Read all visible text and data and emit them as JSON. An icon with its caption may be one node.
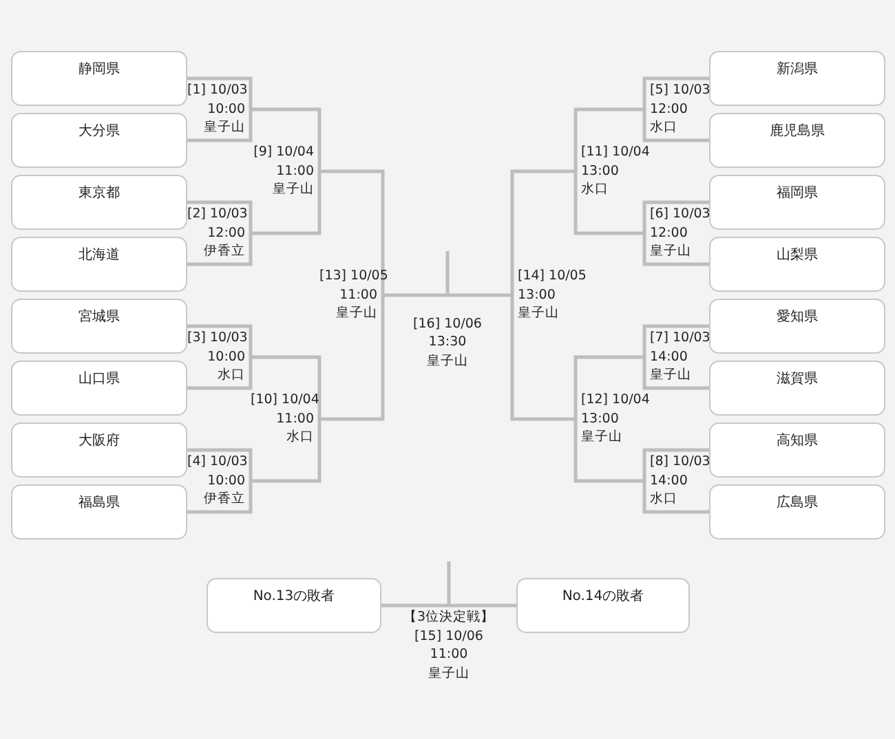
{
  "diagram": {
    "nodes": [
      {
        "text": [
          "静岡県"
        ]
      },
      {
        "text": [
          "大分県"
        ]
      },
      {
        "text": [
          "東京都"
        ]
      },
      {
        "text": [
          "北海道"
        ]
      },
      {
        "text": [
          "宮城県"
        ]
      },
      {
        "text": [
          "山口県"
        ]
      },
      {
        "text": [
          "大阪府"
        ]
      },
      {
        "text": [
          "福島県"
        ]
      },
      {
        "text": [
          "新潟県"
        ]
      },
      {
        "text": [
          "鹿児島県"
        ]
      },
      {
        "text": [
          "福岡県"
        ]
      },
      {
        "text": [
          "山梨県"
        ]
      },
      {
        "text": [
          "愛知県"
        ]
      },
      {
        "text": [
          "滋賀県"
        ]
      },
      {
        "text": [
          "高知県"
        ]
      },
      {
        "text": [
          "広島県"
        ]
      },
      {
        "text": [
          "[1] 10/03",
          "10:00",
          "皇子山"
        ]
      },
      {
        "text": [
          "[2] 10/03",
          "12:00",
          "伊香立"
        ]
      },
      {
        "text": [
          "[3] 10/03",
          "10:00",
          "水口"
        ]
      },
      {
        "text": [
          "[4] 10/03",
          "10:00",
          "伊香立"
        ]
      },
      {
        "text": [
          "[5] 10/03",
          "12:00",
          "水口"
        ]
      },
      {
        "text": [
          "[6] 10/03",
          "12:00",
          "皇子山"
        ]
      },
      {
        "text": [
          "[7] 10/03",
          "14:00",
          "皇子山"
        ]
      },
      {
        "text": [
          "[8] 10/03",
          "14:00",
          "水口"
        ]
      },
      {
        "text": [
          "[9] 10/04",
          "11:00",
          "皇子山"
        ]
      },
      {
        "text": [
          "[10] 10/04",
          "11:00",
          "水口"
        ]
      },
      {
        "text": [
          "[11] 10/04",
          "13:00",
          "水口"
        ]
      },
      {
        "text": [
          "[12] 10/04",
          "13:00",
          "皇子山"
        ]
      },
      {
        "text": [
          "[13] 10/05",
          "11:00",
          "皇子山"
        ]
      },
      {
        "text": [
          "[14] 10/05",
          "13:00",
          "皇子山"
        ]
      },
      {
        "text": [
          "【3位決定戦】",
          "[15] 10/06",
          "11:00",
          "皇子山"
        ]
      },
      {
        "text": [
          "[16] 10/06",
          "13:30",
          "皇子山"
        ]
      },
      {
        "text": [
          "No.13の敗者"
        ]
      },
      {
        "text": [
          "No.14の敗者"
        ]
      }
    ],
    "edges": [
      {
        "from": 0,
        "to": 16,
        "arrow": "none"
      },
      {
        "from": 1,
        "to": 16,
        "arrow": "none"
      },
      {
        "from": 2,
        "to": 17,
        "arrow": "none"
      },
      {
        "from": 3,
        "to": 17,
        "arrow": "none"
      },
      {
        "from": 4,
        "to": 18,
        "arrow": "none"
      },
      {
        "from": 5,
        "to": 18,
        "arrow": "none"
      },
      {
        "from": 6,
        "to": 19,
        "arrow": "none"
      },
      {
        "from": 7,
        "to": 19,
        "arrow": "none"
      },
      {
        "from": 8,
        "to": 20,
        "arrow": "none"
      },
      {
        "from": 9,
        "to": 20,
        "arrow": "none"
      },
      {
        "from": 10,
        "to": 21,
        "arrow": "none"
      },
      {
        "from": 11,
        "to": 21,
        "arrow": "none"
      },
      {
        "from": 12,
        "to": 22,
        "arrow": "none"
      },
      {
        "from": 13,
        "to": 22,
        "arrow": "none"
      },
      {
        "from": 14,
        "to": 23,
        "arrow": "none"
      },
      {
        "from": 15,
        "to": 23,
        "arrow": "none"
      },
      {
        "from": 16,
        "to": 24,
        "arrow": "none"
      },
      {
        "from": 17,
        "to": 24,
        "arrow": "none"
      },
      {
        "from": 18,
        "to": 25,
        "arrow": "none"
      },
      {
        "from": 19,
        "to": 25,
        "arrow": "none"
      },
      {
        "from": 20,
        "to": 26,
        "arrow": "none"
      },
      {
        "from": 21,
        "to": 26,
        "arrow": "none"
      },
      {
        "from": 22,
        "to": 27,
        "arrow": "none"
      },
      {
        "from": 23,
        "to": 27,
        "arrow": "none"
      },
      {
        "from": 24,
        "to": 28,
        "arrow": "none"
      },
      {
        "from": 25,
        "to": 28,
        "arrow": "none"
      },
      {
        "from": 26,
        "to": 29,
        "arrow": "none"
      },
      {
        "from": 27,
        "to": 29,
        "arrow": "none"
      },
      {
        "from": 28,
        "to": 31,
        "arrow": "none"
      },
      {
        "from": 29,
        "to": 31,
        "arrow": "none"
      },
      {
        "from": 31,
        "to": null,
        "arrow": "none"
      },
      {
        "from": 32,
        "to": 30,
        "arrow": "none"
      },
      {
        "from": 33,
        "to": 30,
        "arrow": "none"
      },
      {
        "from": 30,
        "to": null,
        "arrow": "none"
      }
    ]
  }
}
